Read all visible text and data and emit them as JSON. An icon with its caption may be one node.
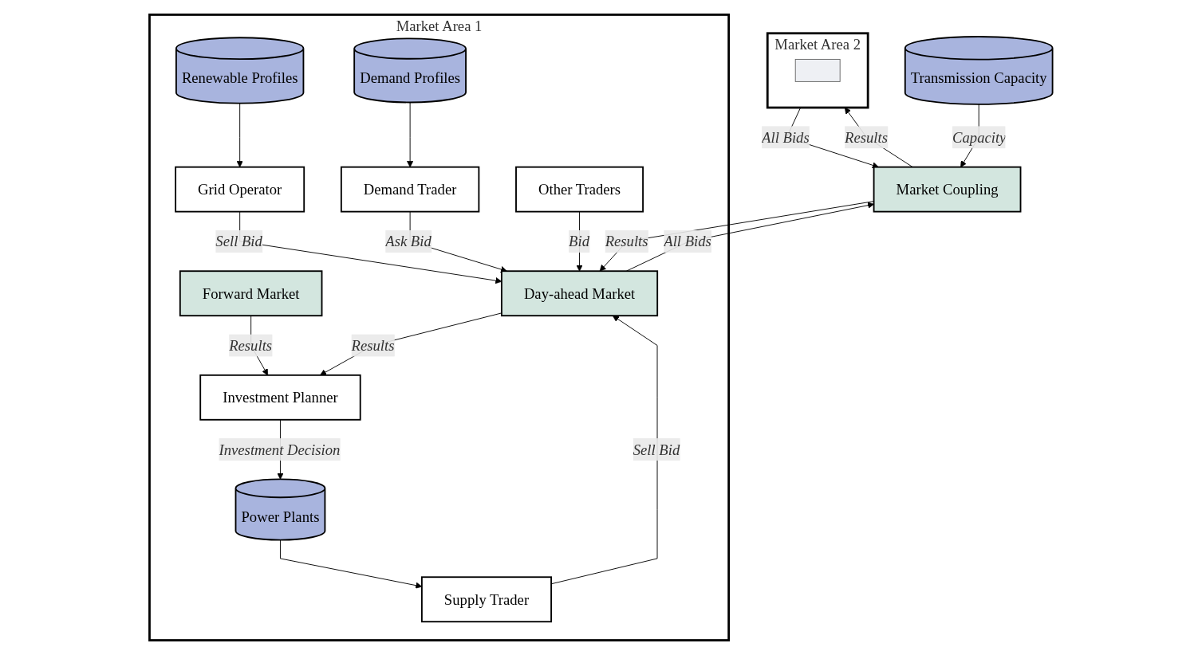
{
  "diagram": {
    "nodes": [
      {
        "text": [
          "Market Area 2"
        ]
      },
      {
        "text": [],
        "shape": "box",
        "in": 0
      },
      {
        "text": [
          "Market Coupling"
        ]
      },
      {
        "text": [
          "Transmission Capacity"
        ]
      },
      {
        "text": [
          "Market Area 1"
        ]
      },
      {
        "text": [
          "Forward Market"
        ],
        "in": 4
      },
      {
        "text": [
          "Investment Planner"
        ],
        "in": 4
      },
      {
        "text": [
          "Day-ahead Market"
        ],
        "in": 4
      },
      {
        "text": [
          "Renewable Profiles"
        ],
        "in": 4
      },
      {
        "text": [
          "Grid Operator"
        ],
        "in": 4
      },
      {
        "text": [
          "Demand Trader"
        ],
        "in": 4
      },
      {
        "text": [
          "Demand Profiles"
        ],
        "in": 4
      },
      {
        "text": [
          "Power Plants"
        ],
        "in": 4
      },
      {
        "text": [
          "Supply Trader"
        ],
        "in": 4
      },
      {
        "text": [
          "Other Traders"
        ],
        "in": 4
      }
    ],
    "edges": [
      {
        "from": 2,
        "to": 0,
        "arrow": "to",
        "label": "Results"
      },
      {
        "from": 0,
        "to": 2,
        "arrow": "to",
        "label": "All Bids"
      },
      {
        "from": 3,
        "to": 2,
        "arrow": "to",
        "label": "Capacity"
      },
      {
        "from": 2,
        "to": 7,
        "arrow": "to",
        "label": "Results"
      },
      {
        "from": 7,
        "to": 2,
        "arrow": "to",
        "label": "All Bids"
      },
      {
        "from": 5,
        "to": 6,
        "arrow": "to",
        "label": "Results"
      },
      {
        "from": 7,
        "to": 6,
        "arrow": "to",
        "label": "Results"
      },
      {
        "from": 8,
        "to": 9,
        "arrow": "to"
      },
      {
        "from": 9,
        "to": 7,
        "arrow": "to",
        "label": "Sell Bid"
      },
      {
        "from": 10,
        "to": 7,
        "arrow": "to",
        "label": "Ask Bid"
      },
      {
        "from": 11,
        "to": 10,
        "arrow": "to"
      },
      {
        "from": 6,
        "to": 12,
        "arrow": "to",
        "label": "Investment Decision"
      },
      {
        "from": 12,
        "to": 13,
        "arrow": "to"
      },
      {
        "from": 13,
        "to": 7,
        "arrow": "to",
        "label": "Sell Bid"
      },
      {
        "from": 14,
        "to": 7,
        "arrow": "to",
        "label": "Bid"
      }
    ]
  }
}
